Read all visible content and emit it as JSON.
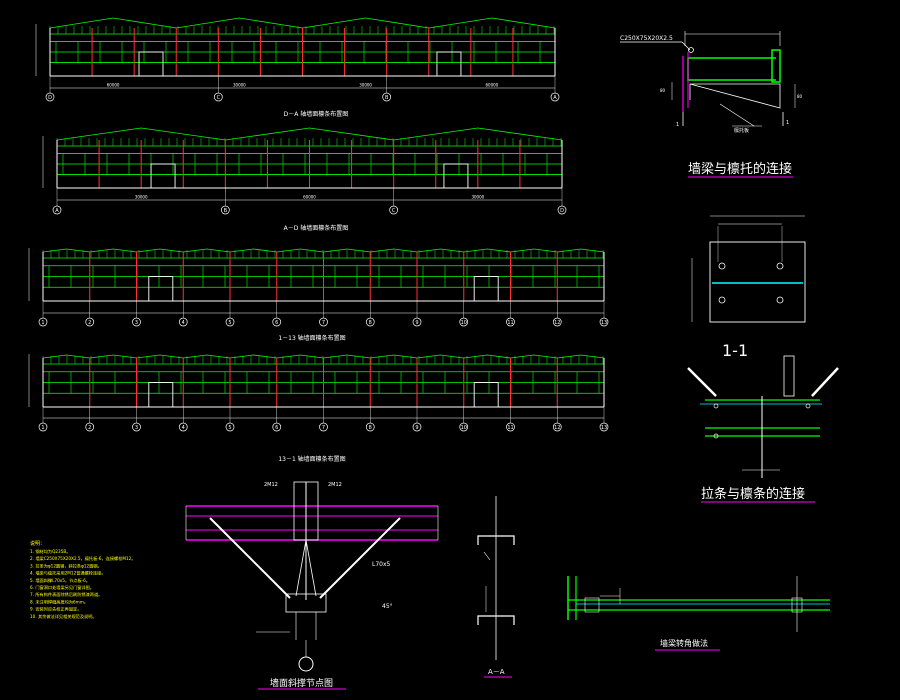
{
  "colors": {
    "background": "#000000",
    "truss": "#00ff00",
    "column": "#ff3030",
    "frame_white": "#ffffff",
    "bubble": "#ffffff",
    "magenta": "#ff00ff",
    "cyan": "#00ffff",
    "yellow": "#ffff00",
    "detail_line": "#ffffff"
  },
  "elevations": {
    "view1": {
      "title": "D－A 轴墙面檩条布置图",
      "axes": [
        "D",
        "C",
        "B",
        "A"
      ],
      "dims": [
        "60000",
        "30000",
        "30000",
        "60000"
      ]
    },
    "view2": {
      "title": "A－D 轴墙面檩条布置图",
      "axes": [
        "A",
        "B",
        "C",
        "D"
      ],
      "dims": [
        "30000",
        "60000",
        "30000"
      ]
    },
    "view3": {
      "title": "1－13 轴墙面檩条布置图",
      "axes": [
        "1",
        "2",
        "3",
        "4",
        "5",
        "6",
        "7",
        "8",
        "9",
        "10",
        "11",
        "12",
        "13"
      ]
    },
    "view4": {
      "title": "13－1 轴墙面檩条布置图",
      "axes": [
        "1",
        "2",
        "3",
        "4",
        "5",
        "6",
        "7",
        "8",
        "9",
        "10",
        "11",
        "12",
        "13"
      ]
    }
  },
  "details": {
    "wallbeam_purlin": {
      "title": "墙梁与檩托的连接",
      "callout": "C250X75X20X2.5",
      "section_mark": "1",
      "note": "檩托板"
    },
    "section_11": {
      "label": "1-1"
    },
    "tie_purlin": {
      "title": "拉条与檩条的连接"
    },
    "node_detail": {
      "title": "墙面斜撑节点图",
      "bolt_left": "2M12",
      "bolt_right": "2M12",
      "angle_label": "L70x5",
      "angle_deg": "45°"
    },
    "section_aa": {
      "title": "A－A"
    },
    "cornice": {
      "title": "墙梁转角做法"
    }
  },
  "notes": {
    "heading": "说明：",
    "lines": [
      "1. 钢材均为Q235B。",
      "2. 墙梁C250X75X20X2.5，檩托板-6，连接螺栓M12。",
      "3. 拉条为φ12圆钢，斜拉条φ12圆钢。",
      "4. 墙梁与檩托采用2M12普通螺栓连接。",
      "5. 墙面斜撑L70x5，节点板-6。",
      "6. 门窗洞口处墙梁另见门窗详图。",
      "7. 所有构件表面除锈后刷防锈漆两道。",
      "8. 未注明焊缝高度均为6mm。",
      "9. 安装时应先校正再固定。",
      "10. 其余做法详见相关规范及说明。"
    ]
  }
}
